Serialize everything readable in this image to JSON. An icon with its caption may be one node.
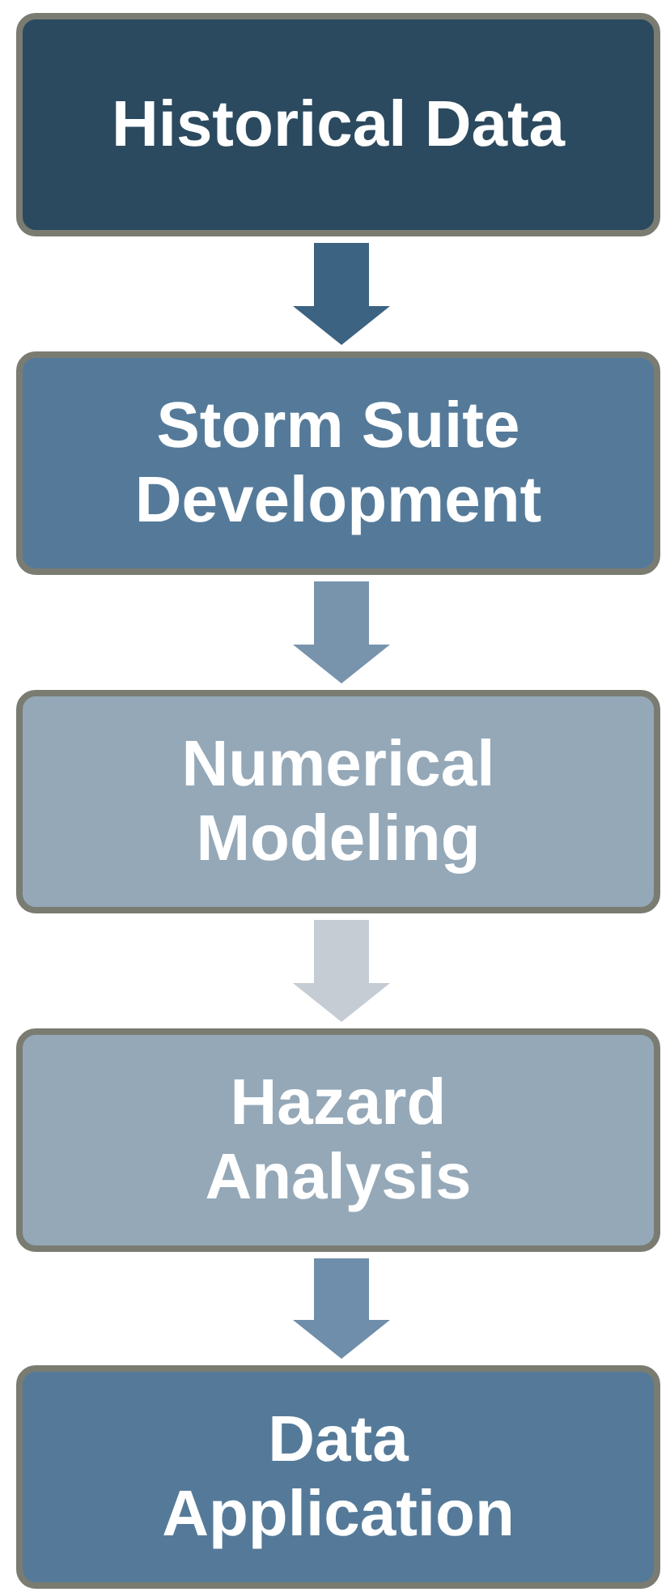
{
  "diagram": {
    "nodes": [
      {
        "text": [
          "Historical Data"
        ]
      },
      {
        "text": [
          "Storm Suite Development"
        ]
      },
      {
        "text": [
          "Numerical Modeling"
        ]
      },
      {
        "text": [
          "Hazard Analysis"
        ]
      },
      {
        "text": [
          "Data Application"
        ]
      }
    ],
    "edges": [
      {
        "from": 0,
        "to": 1,
        "arrow": "to",
        "style": "thick",
        "color": "#3d6382"
      },
      {
        "from": 1,
        "to": 2,
        "arrow": "to",
        "style": "thick",
        "color": "#7894ad"
      },
      {
        "from": 2,
        "to": 3,
        "arrow": "to",
        "style": "thick",
        "color": "#c5ccd3"
      },
      {
        "from": 3,
        "to": 4,
        "arrow": "to",
        "style": "thick",
        "color": "#6e8eab"
      }
    ]
  }
}
